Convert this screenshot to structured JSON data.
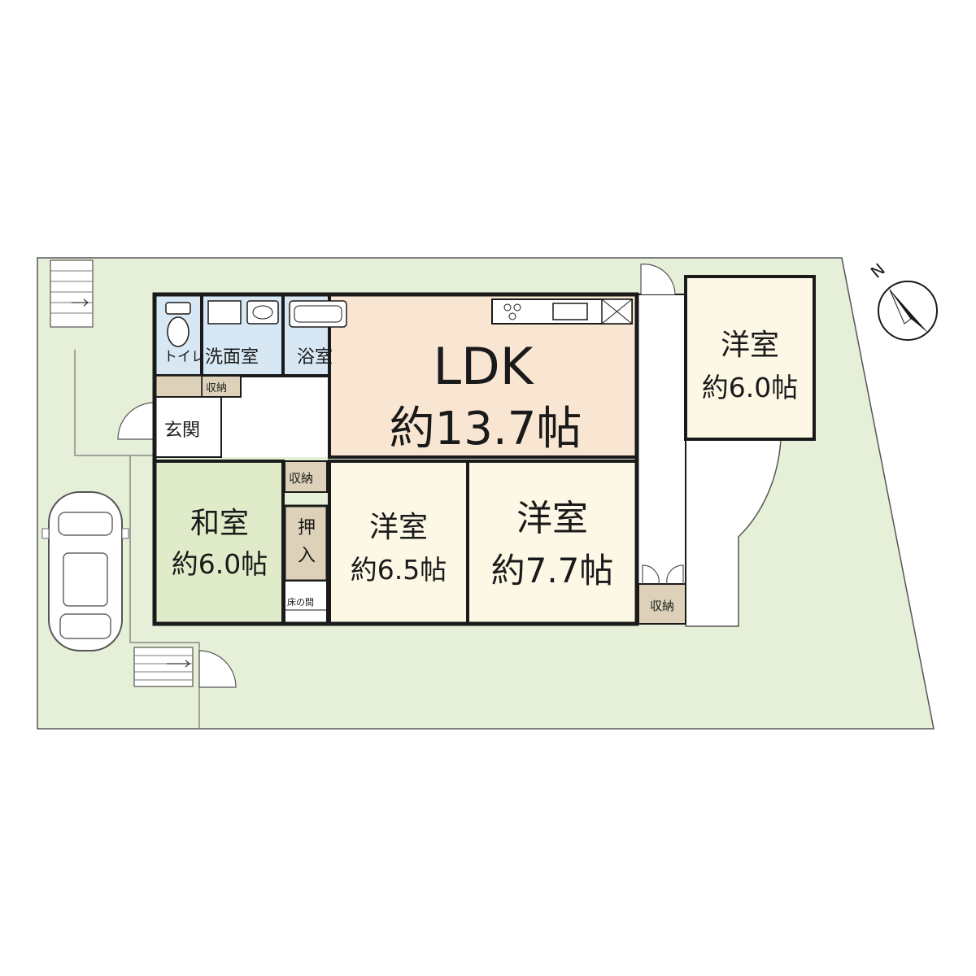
{
  "colors": {
    "site": "#e6f0d8",
    "ldk": "#f8e6d2",
    "wash": "#d7e8f4",
    "yoshitsu": "#fdf8e6",
    "washitsu": "#e0ecc9",
    "storage": "#ddd2b9",
    "hall": "#ffffff",
    "wall": "#1a1a1a"
  },
  "rooms": {
    "toilet": {
      "name": "トイレ"
    },
    "washroom": {
      "name": "洗面室"
    },
    "bath": {
      "name": "浴室"
    },
    "ldk": {
      "name": "LDK",
      "size": "約13.7帖"
    },
    "entrance": {
      "name": "玄関"
    },
    "storage_top": {
      "name": "収納"
    },
    "storage_mid": {
      "name": "収納"
    },
    "oshiire": {
      "name1": "押",
      "name2": "入"
    },
    "tokonoma": {
      "name": "床の間"
    },
    "washitsu": {
      "name": "和室",
      "size": "約6.0帖"
    },
    "yoshitsu_65": {
      "name": "洋室",
      "size": "約6.5帖"
    },
    "yoshitsu_77": {
      "name": "洋室",
      "size": "約7.7帖"
    },
    "yoshitsu_60": {
      "name": "洋室",
      "size": "約6.0帖"
    },
    "storage_right": {
      "name": "収納"
    }
  },
  "compass": {
    "label": "N",
    "icon": "north-arrow-icon"
  },
  "car": {
    "icon": "car-icon"
  },
  "stairs": {
    "icon": "stairs-icon"
  }
}
